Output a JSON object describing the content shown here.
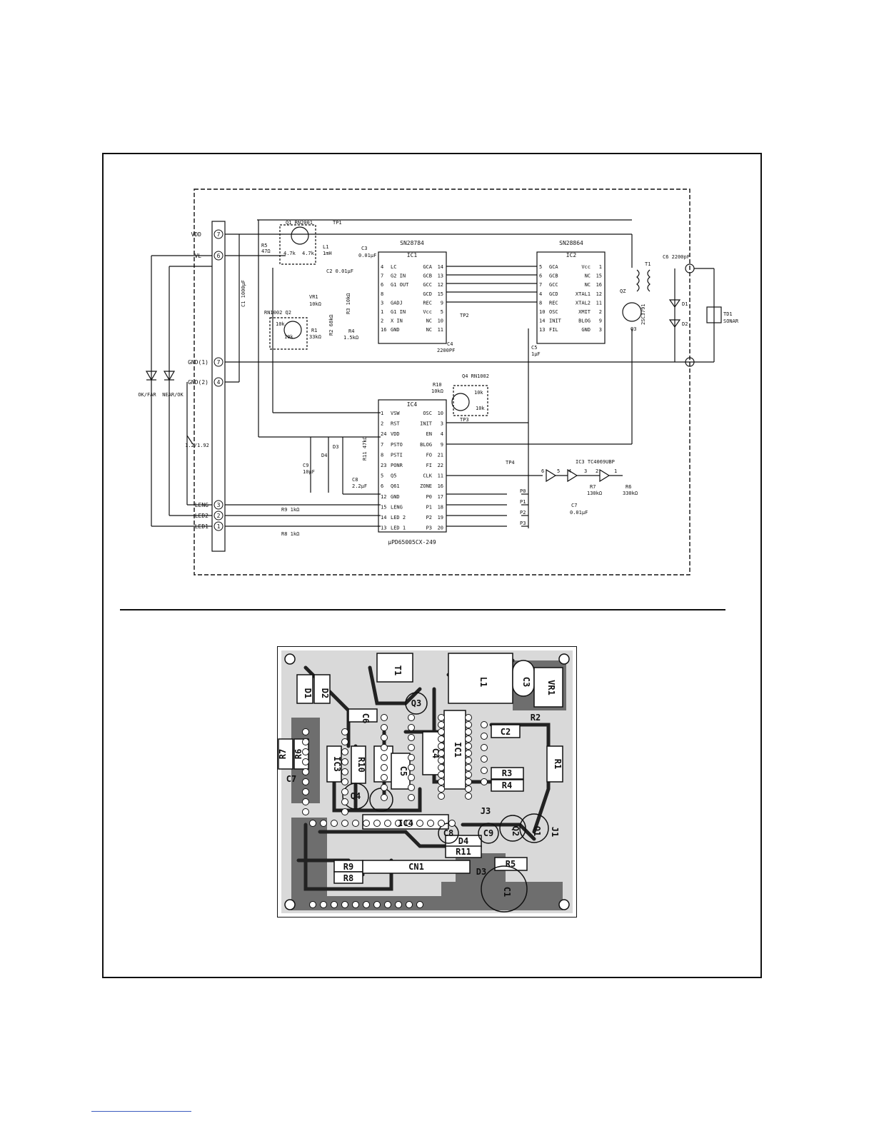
{
  "schematic": {
    "connector_pins": [
      {
        "label": "VDD",
        "num": "7"
      },
      {
        "label": "VL",
        "num": "6"
      },
      {
        "label": "GND(1)",
        "num": "7"
      },
      {
        "label": "GND(2)",
        "num": "4"
      },
      {
        "label": "LENG",
        "num": "3"
      },
      {
        "label": "LED2",
        "num": "2"
      },
      {
        "label": "LED1",
        "num": "1"
      }
    ],
    "leds": {
      "left": "OK/FAR",
      "right": "NEAR/OK"
    },
    "switch_label": "1.2/1.92",
    "q1": {
      "name": "Q1 RN2001",
      "r1": "4.7k",
      "r2": "4.7k"
    },
    "q2": {
      "name": "RN1002 Q2",
      "r1": "10k",
      "r2": "10k"
    },
    "tp1": "TP1",
    "tp2": "TP2",
    "tp3": "TP3",
    "tp4": "TP4",
    "r5": {
      "name": "R5",
      "value": "47Ω"
    },
    "c1": "C1 1000μF",
    "l1": {
      "name": "L1",
      "value": "1mH"
    },
    "c3": {
      "name": "C3",
      "value": "0.01μF"
    },
    "c2": "C2 0.01μF",
    "vr1": {
      "name": "VR1",
      "value": "10kΩ"
    },
    "r1": {
      "name": "R1",
      "value": "33kΩ"
    },
    "r2": "R2 68kΩ",
    "r3": "R3 10kΩ",
    "r4": {
      "name": "R4",
      "value": "1.5kΩ"
    },
    "c4": {
      "name": "C4",
      "value": "2200PF"
    },
    "ic1": {
      "part": "SN28784",
      "name": "IC1",
      "left": [
        [
          "4",
          "LC"
        ],
        [
          "7",
          "G2 IN"
        ],
        [
          "6",
          "G1 OUT"
        ],
        [
          "8",
          ""
        ],
        [
          "3",
          "GADJ"
        ],
        [
          "1",
          "G1 IN"
        ],
        [
          "2",
          "X IN"
        ],
        [
          "16",
          "GND"
        ]
      ],
      "right": [
        [
          "GCA",
          "14"
        ],
        [
          "GCB",
          "13"
        ],
        [
          "GCC",
          "12"
        ],
        [
          "GCD",
          "15"
        ],
        [
          "REC",
          "9"
        ],
        [
          "Vcc",
          "5"
        ],
        [
          "NC",
          "10"
        ],
        [
          "NC",
          "11"
        ]
      ]
    },
    "ic2": {
      "part": "SN28864",
      "name": "IC2",
      "left": [
        [
          "5",
          "GCA"
        ],
        [
          "6",
          "GCB"
        ],
        [
          "7",
          "GCC"
        ],
        [
          "4",
          "GCD"
        ],
        [
          "8",
          "REC"
        ],
        [
          "10",
          "OSC"
        ],
        [
          "14",
          "INIT"
        ],
        [
          "13",
          "FIL"
        ]
      ],
      "right": [
        [
          "Vcc",
          "1"
        ],
        [
          "NC",
          "15"
        ],
        [
          "NC",
          "16"
        ],
        [
          "XTAL1",
          "12"
        ],
        [
          "XTAL2",
          "11"
        ],
        [
          "XMIT",
          "2"
        ],
        [
          "BLOG",
          "9"
        ],
        [
          "GND",
          "3"
        ]
      ]
    },
    "c5": {
      "name": "C5",
      "value": "1μF"
    },
    "c6": "C6 2200pF",
    "t1": "T1",
    "qz": "QZ",
    "q3": {
      "name": "Q3",
      "part": "2SC3791"
    },
    "d1": "D1",
    "d2": "D2",
    "td1": {
      "name": "TD1",
      "value": "SONAR"
    },
    "r10": {
      "name": "R10",
      "value": "10kΩ"
    },
    "q4": {
      "name": "Q4 RN1002",
      "r1": "10k",
      "r2": "10k"
    },
    "ic4": {
      "name": "IC4",
      "part": "μPD65005CX-249",
      "left": [
        [
          "1",
          "VSW"
        ],
        [
          "2",
          "RST"
        ],
        [
          "24",
          "VDD"
        ],
        [
          "7",
          "PSTO"
        ],
        [
          "8",
          "PSTI"
        ],
        [
          "23",
          "PONR"
        ],
        [
          "5",
          "Q5"
        ],
        [
          "6",
          "Q61"
        ],
        [
          "12",
          "GND"
        ],
        [
          "15",
          "LENG"
        ],
        [
          "14",
          "LED 2"
        ],
        [
          "13",
          "LED 1"
        ]
      ],
      "right": [
        [
          "OSC",
          "10"
        ],
        [
          "INIT",
          "3"
        ],
        [
          "EN",
          "4"
        ],
        [
          "BLOG",
          "9"
        ],
        [
          "FO",
          "21"
        ],
        [
          "FI",
          "22"
        ],
        [
          "CLK",
          "11"
        ],
        [
          "ZONE",
          "16"
        ],
        [
          "P0",
          "17"
        ],
        [
          "P1",
          "18"
        ],
        [
          "P2",
          "19"
        ],
        [
          "P3",
          "20"
        ]
      ]
    },
    "d3": "D3",
    "d4": "D4",
    "c9": {
      "name": "C9",
      "value": "10μF"
    },
    "c8": {
      "name": "C8",
      "value": "2.2μF"
    },
    "r11": "R11 47kΩ",
    "r9": "R9 1kΩ",
    "r8": "R8 1kΩ",
    "ic3": "IC3 TC4069UBP",
    "ic3_pins": [
      "6",
      "5",
      "4",
      "3",
      "2",
      "1"
    ],
    "r7": {
      "name": "R7",
      "value": "130kΩ"
    },
    "r6": {
      "name": "R6",
      "value": "330kΩ"
    },
    "c7": {
      "name": "C7",
      "value": "0.01μF"
    },
    "jumpers": [
      "P0",
      "P1",
      "P2",
      "P3"
    ]
  },
  "pcb": {
    "labels": [
      "D1",
      "D2",
      "C6",
      "L1",
      "C3",
      "VR1",
      "C2",
      "R1",
      "R3",
      "R4",
      "R7",
      "R6",
      "IC3",
      "R10",
      "Q4",
      "C5",
      "IC1",
      "C4",
      "Q1",
      "Q2",
      "J3",
      "C8",
      "C9",
      "D4",
      "R11",
      "R5",
      "D3",
      "C1",
      "IC4",
      "R9",
      "R8",
      "CN1",
      "T1",
      "C7",
      "J1",
      "Q3",
      "R2"
    ]
  }
}
